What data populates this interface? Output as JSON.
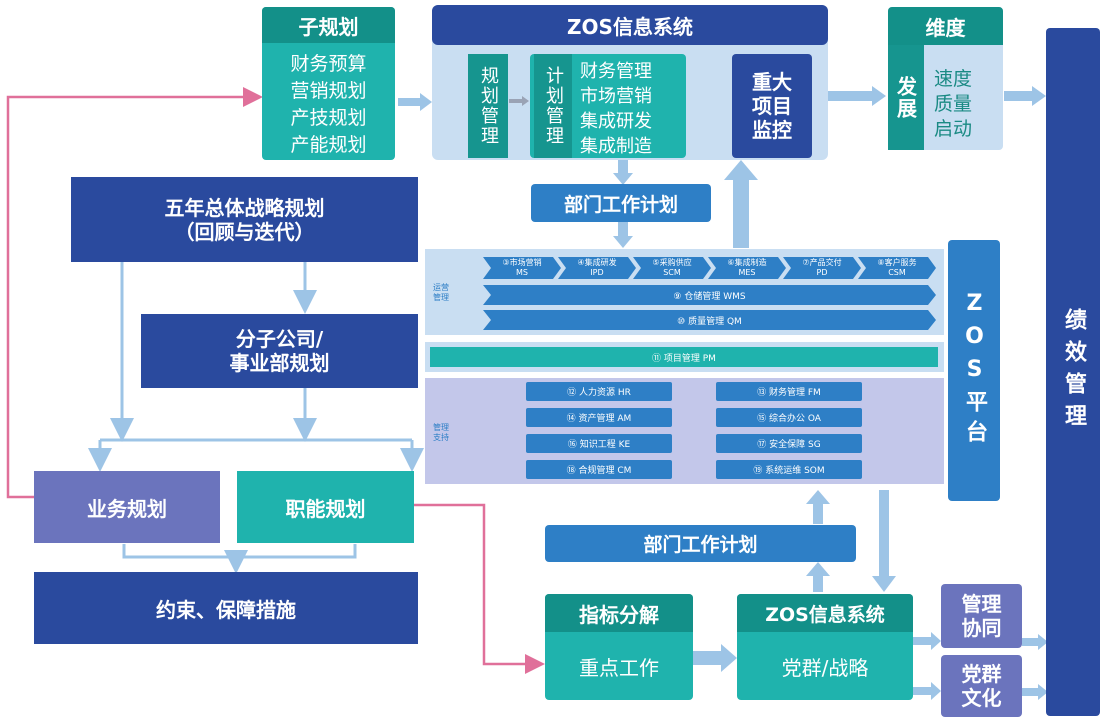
{
  "sub_plan": {
    "title": "子规划",
    "items": [
      "财务预算",
      "营销规划",
      "产技规划",
      "产能规划"
    ]
  },
  "zos_top": {
    "title": "ZOS信息系统",
    "plan_mgmt": "规划管理",
    "calc_mgmt": "计划管理",
    "calc_items": [
      "财务管理",
      "市场营销",
      "集成研发",
      "集成制造"
    ],
    "major": "重大\n项目\n监控"
  },
  "dimension": {
    "title": "维度",
    "develop": "发展",
    "items": [
      "速度",
      "质量",
      "启动"
    ]
  },
  "performance": "绩效管理",
  "five_year": "五年总体战略规划\n（回顾与迭代）",
  "subsidiary": "分子公司/\n事业部规划",
  "business_plan": "业务规划",
  "function_plan": "职能规划",
  "constraint": "约束、保障措施",
  "dept_plan_top": "部门工作计划",
  "dept_plan_bottom": "部门工作计划",
  "zos_platform": "ZOS平台",
  "ops": {
    "label": "运营\n管理",
    "chevrons": [
      "③市场营销\nMS",
      "④集成研发\nIPD",
      "⑤采购供应\nSCM",
      "⑥集成制造\nMES",
      "⑦产品交付\nPD",
      "⑧客户服务\nCSM"
    ],
    "wms": "⑨ 仓储管理 WMS",
    "qm": "⑩ 质量管理 QM"
  },
  "pm": "⑪ 项目管理 PM",
  "support": {
    "label": "管理\n支持",
    "left": [
      "⑫ 人力资源 HR",
      "⑭ 资产管理 AM",
      "⑯ 知识工程 KE",
      "⑱ 合规管理 CM"
    ],
    "right": [
      "⑬ 财务管理 FM",
      "⑮ 综合办公 OA",
      "⑰ 安全保障 SG",
      "⑲ 系统运维 SOM"
    ]
  },
  "index": {
    "title": "指标分解",
    "body": "重点工作"
  },
  "zos_bottom": {
    "title": "ZOS信息系统",
    "body": "党群/战略"
  },
  "mgmt_coop": "管理\n协同",
  "party_culture": "党群\n文化"
}
